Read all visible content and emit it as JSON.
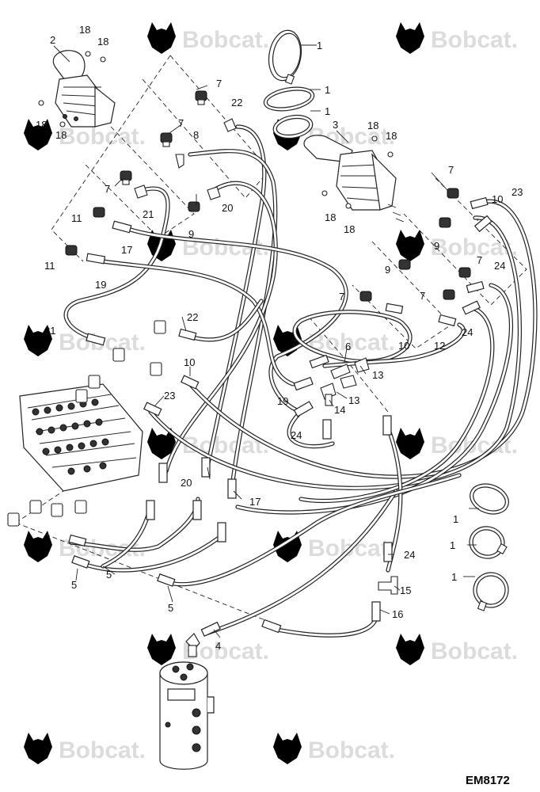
{
  "watermark": {
    "brand": "Bobcat."
  },
  "diagram_code": "EM8172",
  "callouts": {
    "c1a": "1",
    "c1b": "1",
    "c1c": "1",
    "c1d": "1",
    "c1e": "1",
    "c1f": "1",
    "c2": "2",
    "c3": "3",
    "c4": "4",
    "c5a": "5",
    "c5b": "5",
    "c5c": "5",
    "c6": "6",
    "c7a": "7",
    "c7b": "7",
    "c7c": "7",
    "c7d": "7",
    "c7e": "7",
    "c7f": "7",
    "c7g": "7",
    "c8": "8",
    "c9a": "9",
    "c9b": "9",
    "c9c": "9",
    "c10a": "10",
    "c10b": "10",
    "c10c": "10",
    "c11a": "11",
    "c11b": "11",
    "c12": "12",
    "c13a": "13",
    "c13b": "13",
    "c14": "14",
    "c15": "15",
    "c16": "16",
    "c17a": "17",
    "c17b": "17",
    "c18a": "18",
    "c18b": "18",
    "c18c": "18",
    "c18d": "18",
    "c18e": "18",
    "c18f": "18",
    "c18g": "18",
    "c18h": "18",
    "c19a": "19",
    "c19b": "19",
    "c20a": "20",
    "c20b": "20",
    "c21a": "21",
    "c21b": "21",
    "c22a": "22",
    "c22b": "22",
    "c23a": "23",
    "c23b": "23",
    "c24a": "24",
    "c24b": "24",
    "c24c": "24",
    "c24d": "24"
  }
}
